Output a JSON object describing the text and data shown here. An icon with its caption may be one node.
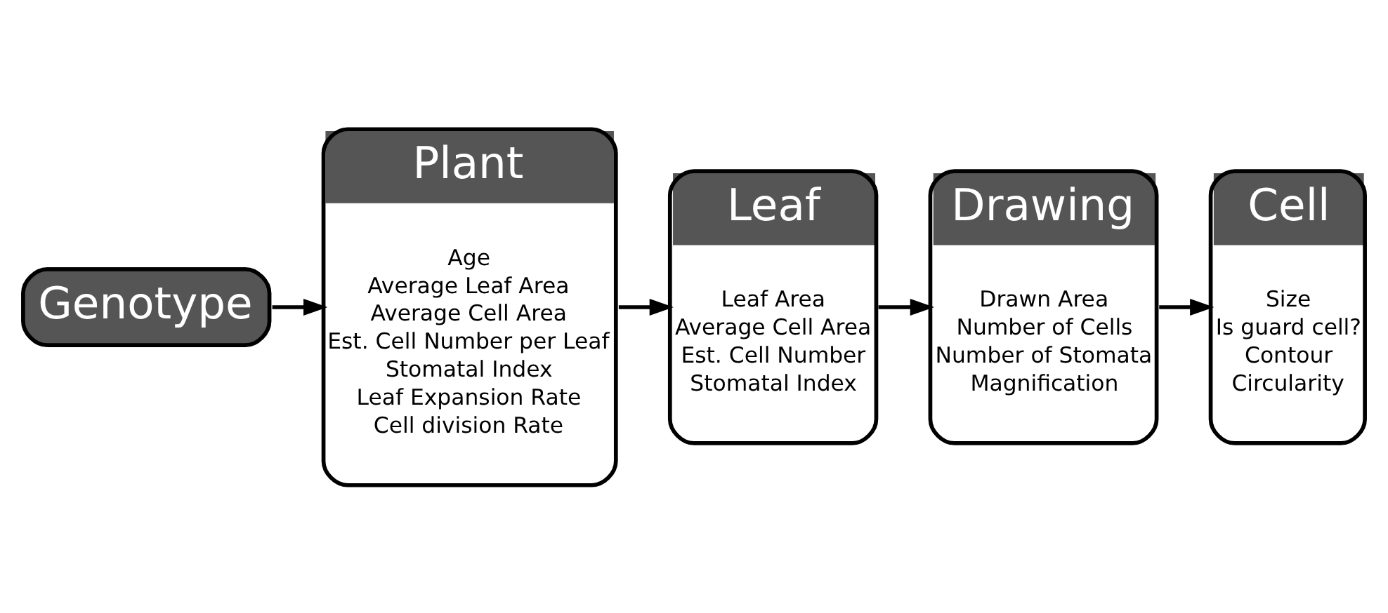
{
  "diagram": {
    "nodes": [
      {
        "text": [
          "Genotype"
        ]
      },
      {
        "text": [
          "Plant",
          "Age",
          "Average Leaf Area",
          "Average Cell Area",
          "Est. Cell Number per Leaf",
          "Stomatal Index",
          "Leaf Expansion Rate",
          "Cell division Rate"
        ]
      },
      {
        "text": [
          "Leaf",
          "Leaf Area",
          "Average Cell Area",
          "Est. Cell Number",
          "Stomatal Index"
        ]
      },
      {
        "text": [
          "Drawing",
          "Drawn Area",
          "Number of Cells",
          "Number of Stomata",
          "Magnification"
        ]
      },
      {
        "text": [
          "Cell",
          "Size",
          "Is guard cell?",
          "Contour",
          "Circularity"
        ]
      }
    ],
    "edges": [
      {
        "from": 0,
        "to": 1,
        "arrow": "to"
      },
      {
        "from": 1,
        "to": 2,
        "arrow": "to"
      },
      {
        "from": 2,
        "to": 3,
        "arrow": "to"
      },
      {
        "from": 3,
        "to": 4,
        "arrow": "to"
      }
    ]
  }
}
